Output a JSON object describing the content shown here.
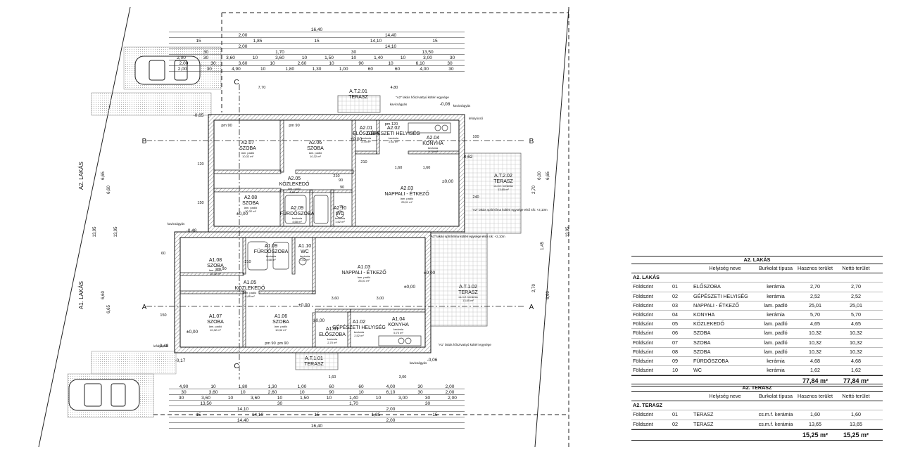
{
  "plan": {
    "top_dims": [
      {
        "values": [
          "16,40"
        ]
      },
      {
        "values": [
          "2,00",
          "14,40"
        ]
      },
      {
        "values": [
          "15",
          "1,85",
          "15",
          "14,10",
          "15"
        ]
      },
      {
        "values": [
          "2,00",
          "14,10"
        ]
      },
      {
        "values": [
          "30",
          "1,70",
          "30",
          "13,50"
        ]
      },
      {
        "values": [
          "2,00",
          "30",
          "3,60",
          "10",
          "3,60",
          "10",
          "1,50",
          "10",
          "1,40",
          "10",
          "3,00",
          "30"
        ]
      },
      {
        "values": [
          "2,00",
          "30",
          "3,60",
          "10",
          "2,60",
          "10",
          "90",
          "10",
          "6,10",
          "30"
        ]
      },
      {
        "values": [
          "2,00",
          "30",
          "4,90",
          "10",
          "1,80",
          "1,30",
          "1,00",
          "60",
          "60",
          "4,00",
          "30"
        ]
      }
    ],
    "bottom_dims": [
      {
        "values": [
          "4,90",
          "10",
          "1,80",
          "1,30",
          "1,00",
          "60",
          "60",
          "4,00",
          "30",
          "2,00"
        ]
      },
      {
        "values": [
          "30",
          "3,60",
          "10",
          "2,60",
          "10",
          "90",
          "10",
          "6,10",
          "30",
          "2,00"
        ]
      },
      {
        "values": [
          "30",
          "3,60",
          "10",
          "3,60",
          "10",
          "1,50",
          "10",
          "1,40",
          "10",
          "3,00",
          "30",
          "2,00"
        ]
      },
      {
        "values": [
          "13,50",
          "30",
          "1,70",
          "30"
        ]
      },
      {
        "values": [
          "14,10",
          "2,00"
        ]
      },
      {
        "values": [
          "15",
          "14,10",
          "15",
          "1,85",
          "15"
        ]
      },
      {
        "values": [
          "14,40",
          "2,00"
        ]
      },
      {
        "values": [
          "16,40"
        ]
      }
    ],
    "small_dims": [
      "7,70",
      "4,80",
      "1,60",
      "1,60",
      "3,60",
      "3,00",
      "1,60",
      "3,00"
    ],
    "section_marks": [
      "A",
      "A",
      "B",
      "B",
      "C",
      "C"
    ],
    "left_labels": [
      "A2. LAKÁS",
      "A1. LAKÁS"
    ],
    "vertical_dims_left": [
      "6,65",
      "6,60",
      "13,95",
      "6,60",
      "6,65",
      "13,95"
    ],
    "vertical_dims_right": [
      "6,00",
      "6,65",
      "6,60",
      "2,70",
      "13,95",
      "2,70",
      "1,45"
    ],
    "door_dims": [
      "pm 90",
      "pm 90",
      "pm 120",
      "pm 90",
      "pm 90",
      "pm 90",
      "210",
      "210",
      "210",
      "90",
      "75",
      "90",
      "100",
      "120",
      "150",
      "60",
      "150",
      "240"
    ],
    "levels": [
      "±0,00",
      "±0,00",
      "±0,00",
      "±0,00",
      "±0,00",
      "±0,00",
      "±0,00",
      "±0,00",
      "-0,48",
      "-0,08",
      "-0,65",
      "-0,48",
      "-0,17",
      "-0,06",
      "-0,62"
    ],
    "rooms": [
      {
        "code": "A2.07",
        "name": "SZOBA",
        "finish": "lam. padló",
        "area": "10,32 m²"
      },
      {
        "code": "A2.06",
        "name": "SZOBA",
        "finish": "lam. padló",
        "area": "10,32 m²"
      },
      {
        "code": "A2.01",
        "name": "ELŐSZOBA",
        "finish": "kerámia",
        "area": "2,70 m²"
      },
      {
        "code": "A2.02",
        "name": "GÉPÉSZETI HELYISÉG",
        "finish": "kerámia",
        "area": "2,52 m²"
      },
      {
        "code": "A2.04",
        "name": "KONYHA",
        "finish": "kerámia",
        "area": "5,70 m²"
      },
      {
        "code": "A2.05",
        "name": "KÖZLEKEDŐ",
        "finish": "lam. padló",
        "area": "4,65 m²"
      },
      {
        "code": "A2.03",
        "name": "NAPPALI - ÉTKEZŐ",
        "finish": "lam. padló",
        "area": "25,01 m²"
      },
      {
        "code": "A2.08",
        "name": "SZOBA",
        "finish": "lam. padló",
        "area": "10,32 m²"
      },
      {
        "code": "A2.09",
        "name": "FÜRDŐSZOBA",
        "finish": "kerámia",
        "area": "4,68 m²"
      },
      {
        "code": "A2.10",
        "name": "WC",
        "finish": "kerámia",
        "area": "1,62 m²"
      },
      {
        "code": "A.T.2.02",
        "name": "TERASZ",
        "finish": "cs.m.f. kerámia",
        "area": "13,65 m²"
      },
      {
        "code": "A.T.2.01",
        "name": "TERASZ",
        "finish": "",
        "area": ""
      },
      {
        "code": "A1.08",
        "name": "SZOBA",
        "finish": "lam. padló",
        "area": "10,32 m²"
      },
      {
        "code": "A1.09",
        "name": "FÜRDŐSZOBA",
        "finish": "kerámia",
        "area": "4,68 m²"
      },
      {
        "code": "A1.10",
        "name": "WC",
        "finish": "kerámia",
        "area": "1,62 m²"
      },
      {
        "code": "A1.03",
        "name": "NAPPALI - ÉTKEZŐ",
        "finish": "lam. padló",
        "area": "25,01 m²"
      },
      {
        "code": "A1.05",
        "name": "KÖZLEKEDŐ",
        "finish": "lam. padló",
        "area": "4,65 m²"
      },
      {
        "code": "A1.07",
        "name": "SZOBA",
        "finish": "lam. padló",
        "area": "10,32 m²"
      },
      {
        "code": "A1.06",
        "name": "SZOBA",
        "finish": "lam. padló",
        "area": "10,32 m²"
      },
      {
        "code": "A1.01",
        "name": "ELŐSZOBA",
        "finish": "kerámia",
        "area": "2,70 m²"
      },
      {
        "code": "A1.02",
        "name": "GÉPÉSZETI HELYISÉG",
        "finish": "kerámia",
        "area": "2,52 m²"
      },
      {
        "code": "A1.04",
        "name": "KONYHA",
        "finish": "kerámia",
        "area": "5,70 m²"
      },
      {
        "code": "A.T.1.02",
        "name": "TERASZ",
        "finish": "cs.m.f. kerámia",
        "area": "13,65 m²"
      },
      {
        "code": "A.T.1.01",
        "name": "TERASZ",
        "finish": "",
        "area": ""
      }
    ],
    "notes": [
      "\"A2\" lakás hőszivattyú kültéri egysége",
      "\"A2\" lakás split klíma kültéri egysége első sík: +2,10m",
      "\"A1\" lakás split klíma kültéri egysége első sík: +2,10m",
      "\"A1\" lakás hőszivattyú kültéri egysége",
      "kavicságyás",
      "kavicságyás",
      "kavicságyás",
      "kavicságyás",
      "lefolyócső",
      "lefolyócső"
    ]
  },
  "table_a2": {
    "title": "A2. LAKÁS",
    "columns": [
      "Helyiség neve",
      "Burkolat típusa",
      "Hasznos terület",
      "Nettó terület"
    ],
    "section": "A2. LAKÁS",
    "rows": [
      [
        "Földszint",
        "01",
        "ELŐSZOBA",
        "kerámia",
        "2,70",
        "2,70"
      ],
      [
        "Földszint",
        "02",
        "GÉPÉSZETI HELYISÉG",
        "kerámia",
        "2,52",
        "2,52"
      ],
      [
        "Földszint",
        "03",
        "NAPPALI - ÉTKEZŐ",
        "lam. padló",
        "25,01",
        "25,01"
      ],
      [
        "Földszint",
        "04",
        "KONYHA",
        "kerámia",
        "5,70",
        "5,70"
      ],
      [
        "Földszint",
        "05",
        "KÖZLEKEDŐ",
        "lam. padló",
        "4,65",
        "4,65"
      ],
      [
        "Földszint",
        "06",
        "SZOBA",
        "lam. padló",
        "10,32",
        "10,32"
      ],
      [
        "Földszint",
        "07",
        "SZOBA",
        "lam. padló",
        "10,32",
        "10,32"
      ],
      [
        "Földszint",
        "08",
        "SZOBA",
        "lam. padló",
        "10,32",
        "10,32"
      ],
      [
        "Földszint",
        "09",
        "FÜRDŐSZOBA",
        "kerámia",
        "4,68",
        "4,68"
      ],
      [
        "Földszint",
        "10",
        "WC",
        "kerámia",
        "1,62",
        "1,62"
      ]
    ],
    "total_useful": "77,84 m²",
    "total_net": "77,84 m²"
  },
  "table_terasz": {
    "title": "A2. TERASZ",
    "columns": [
      "Helyiség neve",
      "Burkolat típusa",
      "Hasznos terület",
      "Nettó terület"
    ],
    "section": "A2. TERASZ",
    "rows": [
      [
        "Földszint",
        "01",
        "TERASZ",
        "cs.m.f. kerámia",
        "1,60",
        "1,60"
      ],
      [
        "Földszint",
        "02",
        "TERASZ",
        "cs.m.f. kerámia",
        "13,65",
        "13,65"
      ]
    ],
    "total_useful": "15,25 m²",
    "total_net": "15,25 m²"
  }
}
